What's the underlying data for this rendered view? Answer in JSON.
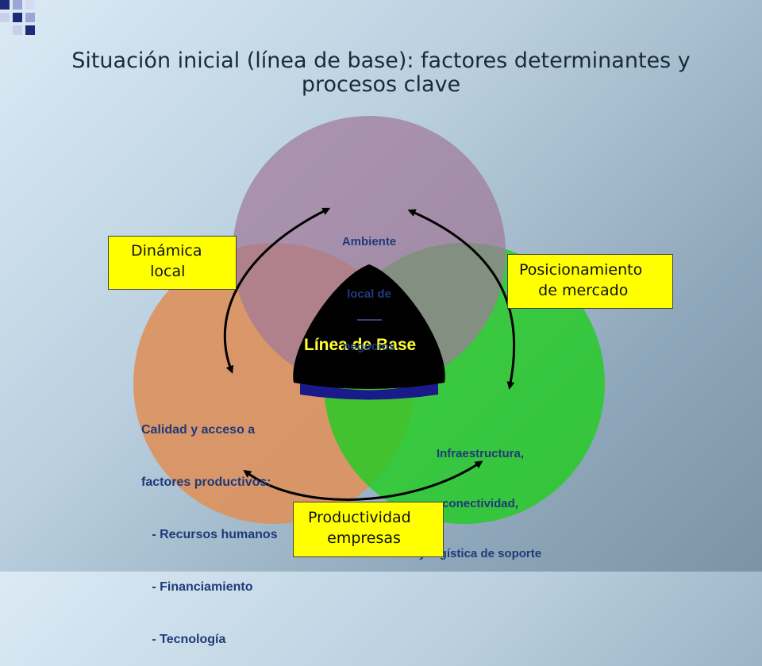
{
  "title": {
    "line1": "Situación inicial (línea de base): factores determinantes y",
    "line2": "procesos clave"
  },
  "colors": {
    "circle_top": "#a07898",
    "circle_left": "#dc9260",
    "circle_right": "#22cc22",
    "center": "#000000",
    "center_base": "#1a1a8a",
    "center_text": "#ffff33",
    "box_fill": "#ffff00",
    "label_text": "#1f3a78"
  },
  "center": {
    "label": "Línea de Base"
  },
  "circles": {
    "top": {
      "lines": [
        "Ambiente",
        "local de",
        "negocios"
      ]
    },
    "left": {
      "lines": [
        "Calidad y acceso a",
        "factores productivos:",
        "   - Recursos humanos",
        "   - Financiamiento",
        "   - Tecnología"
      ]
    },
    "right": {
      "lines": [
        "Infraestructura,",
        "conectividad,",
        "y logística de soporte"
      ]
    }
  },
  "boxes": {
    "dinamica": {
      "line1": "Dinámica",
      "line2": "    local"
    },
    "posicionamiento": {
      "line1": "Posicionamiento",
      "line2": "    de mercado"
    },
    "productividad": {
      "line1": "Productividad",
      "line2": "    empresas"
    }
  }
}
